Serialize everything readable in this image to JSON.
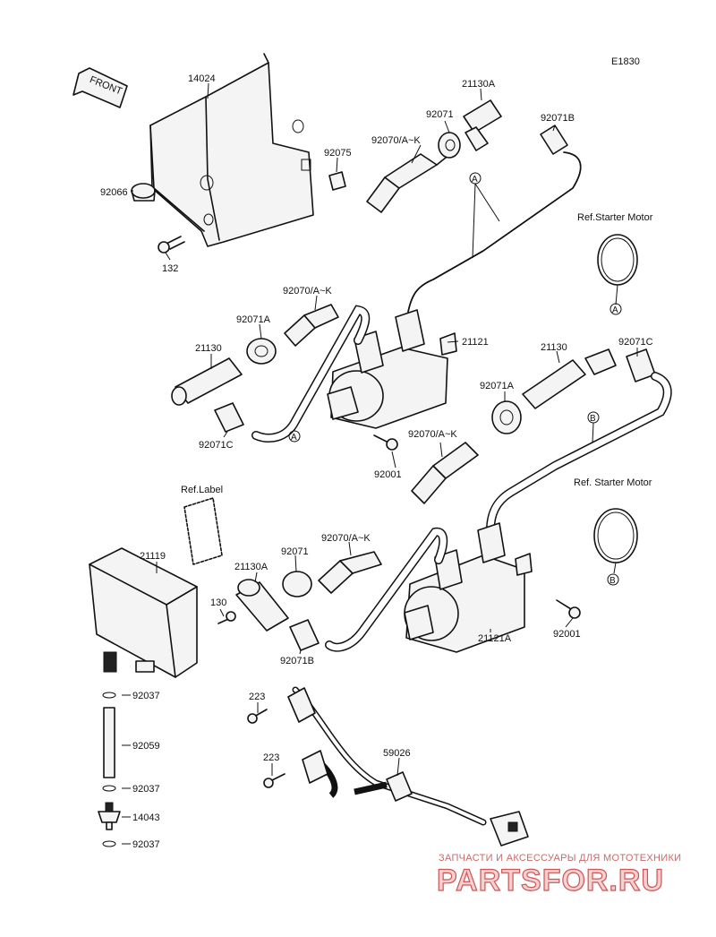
{
  "diagram": {
    "code": "E1830",
    "front_label": "FRONT",
    "ref_starter_motor_a": "Ref.Starter Motor",
    "ref_starter_motor_b": "Ref. Starter Motor",
    "ref_label": "Ref.Label",
    "marker_a": "A",
    "marker_b": "B",
    "part_labels": {
      "p14024": "14024",
      "p92075": "92075",
      "p92066": "92066",
      "p132": "132",
      "p92070_top": "92070/A~K",
      "p92071_top": "92071",
      "p21130A_top": "21130A",
      "p92071B_top": "92071B",
      "p92070_mid": "92070/A~K",
      "p92071A_left": "92071A",
      "p21130_left": "21130",
      "p92071C_left": "92071C",
      "p21121": "21121",
      "p92001_mid": "92001",
      "p92070_right": "92070/A~K",
      "p21130_right": "21130",
      "p92071C_right": "92071C",
      "p92071A_right": "92071A",
      "p21119": "21119",
      "p130": "130",
      "p21130A_low": "21130A",
      "p92071_low": "92071",
      "p92070_low": "92070/A~K",
      "p92071B_low": "92071B",
      "p21121A": "21121A",
      "p92001_low": "92001",
      "p223_a": "223",
      "p223_b": "223",
      "p59026": "59026",
      "p92037_a": "92037",
      "p92059": "92059",
      "p92037_b": "92037",
      "p14043": "14043",
      "p92037_c": "92037"
    }
  },
  "watermark": {
    "tagline": "ЗАПЧАСТИ И АКСЕССУАРЫ ДЛЯ МОТОТЕХНИКИ",
    "brand": "PARTSFOR.RU",
    "color": "#c95757"
  }
}
